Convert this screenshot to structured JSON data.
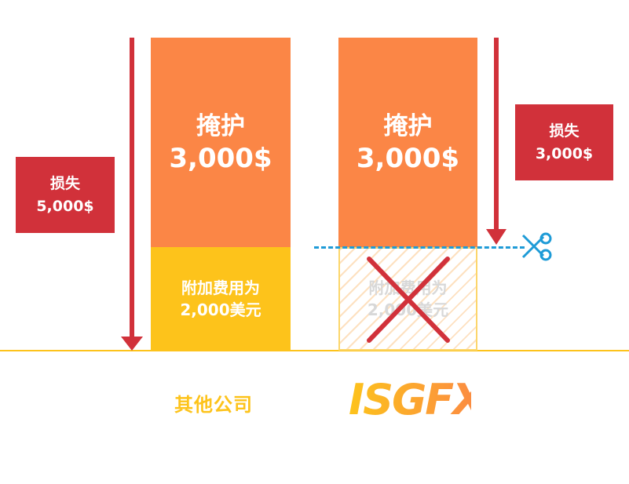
{
  "left_loss": {
    "label": "损失",
    "amount": "5,000$"
  },
  "right_loss": {
    "label": "损失",
    "amount": "3,000$"
  },
  "other_company": {
    "hedge": {
      "label": "掩护",
      "amount": "3,000$"
    },
    "fee": {
      "line1": "附加费用为",
      "line2": "2,000美元"
    },
    "caption": "其他公司"
  },
  "isgfx": {
    "hedge": {
      "label": "掩护",
      "amount": "3,000$"
    },
    "fee": {
      "line1": "附加费用为",
      "line2": "2,000美元"
    },
    "logo_text": "ISGFX"
  },
  "icons": {
    "scissors": "scissors-icon",
    "cross": "cross-mark-icon"
  },
  "colors": {
    "hedge_orange": "#fb8646",
    "fee_yellow": "#fdc31b",
    "loss_red": "#d1313a",
    "cut_line_blue": "#1e9bd7"
  }
}
